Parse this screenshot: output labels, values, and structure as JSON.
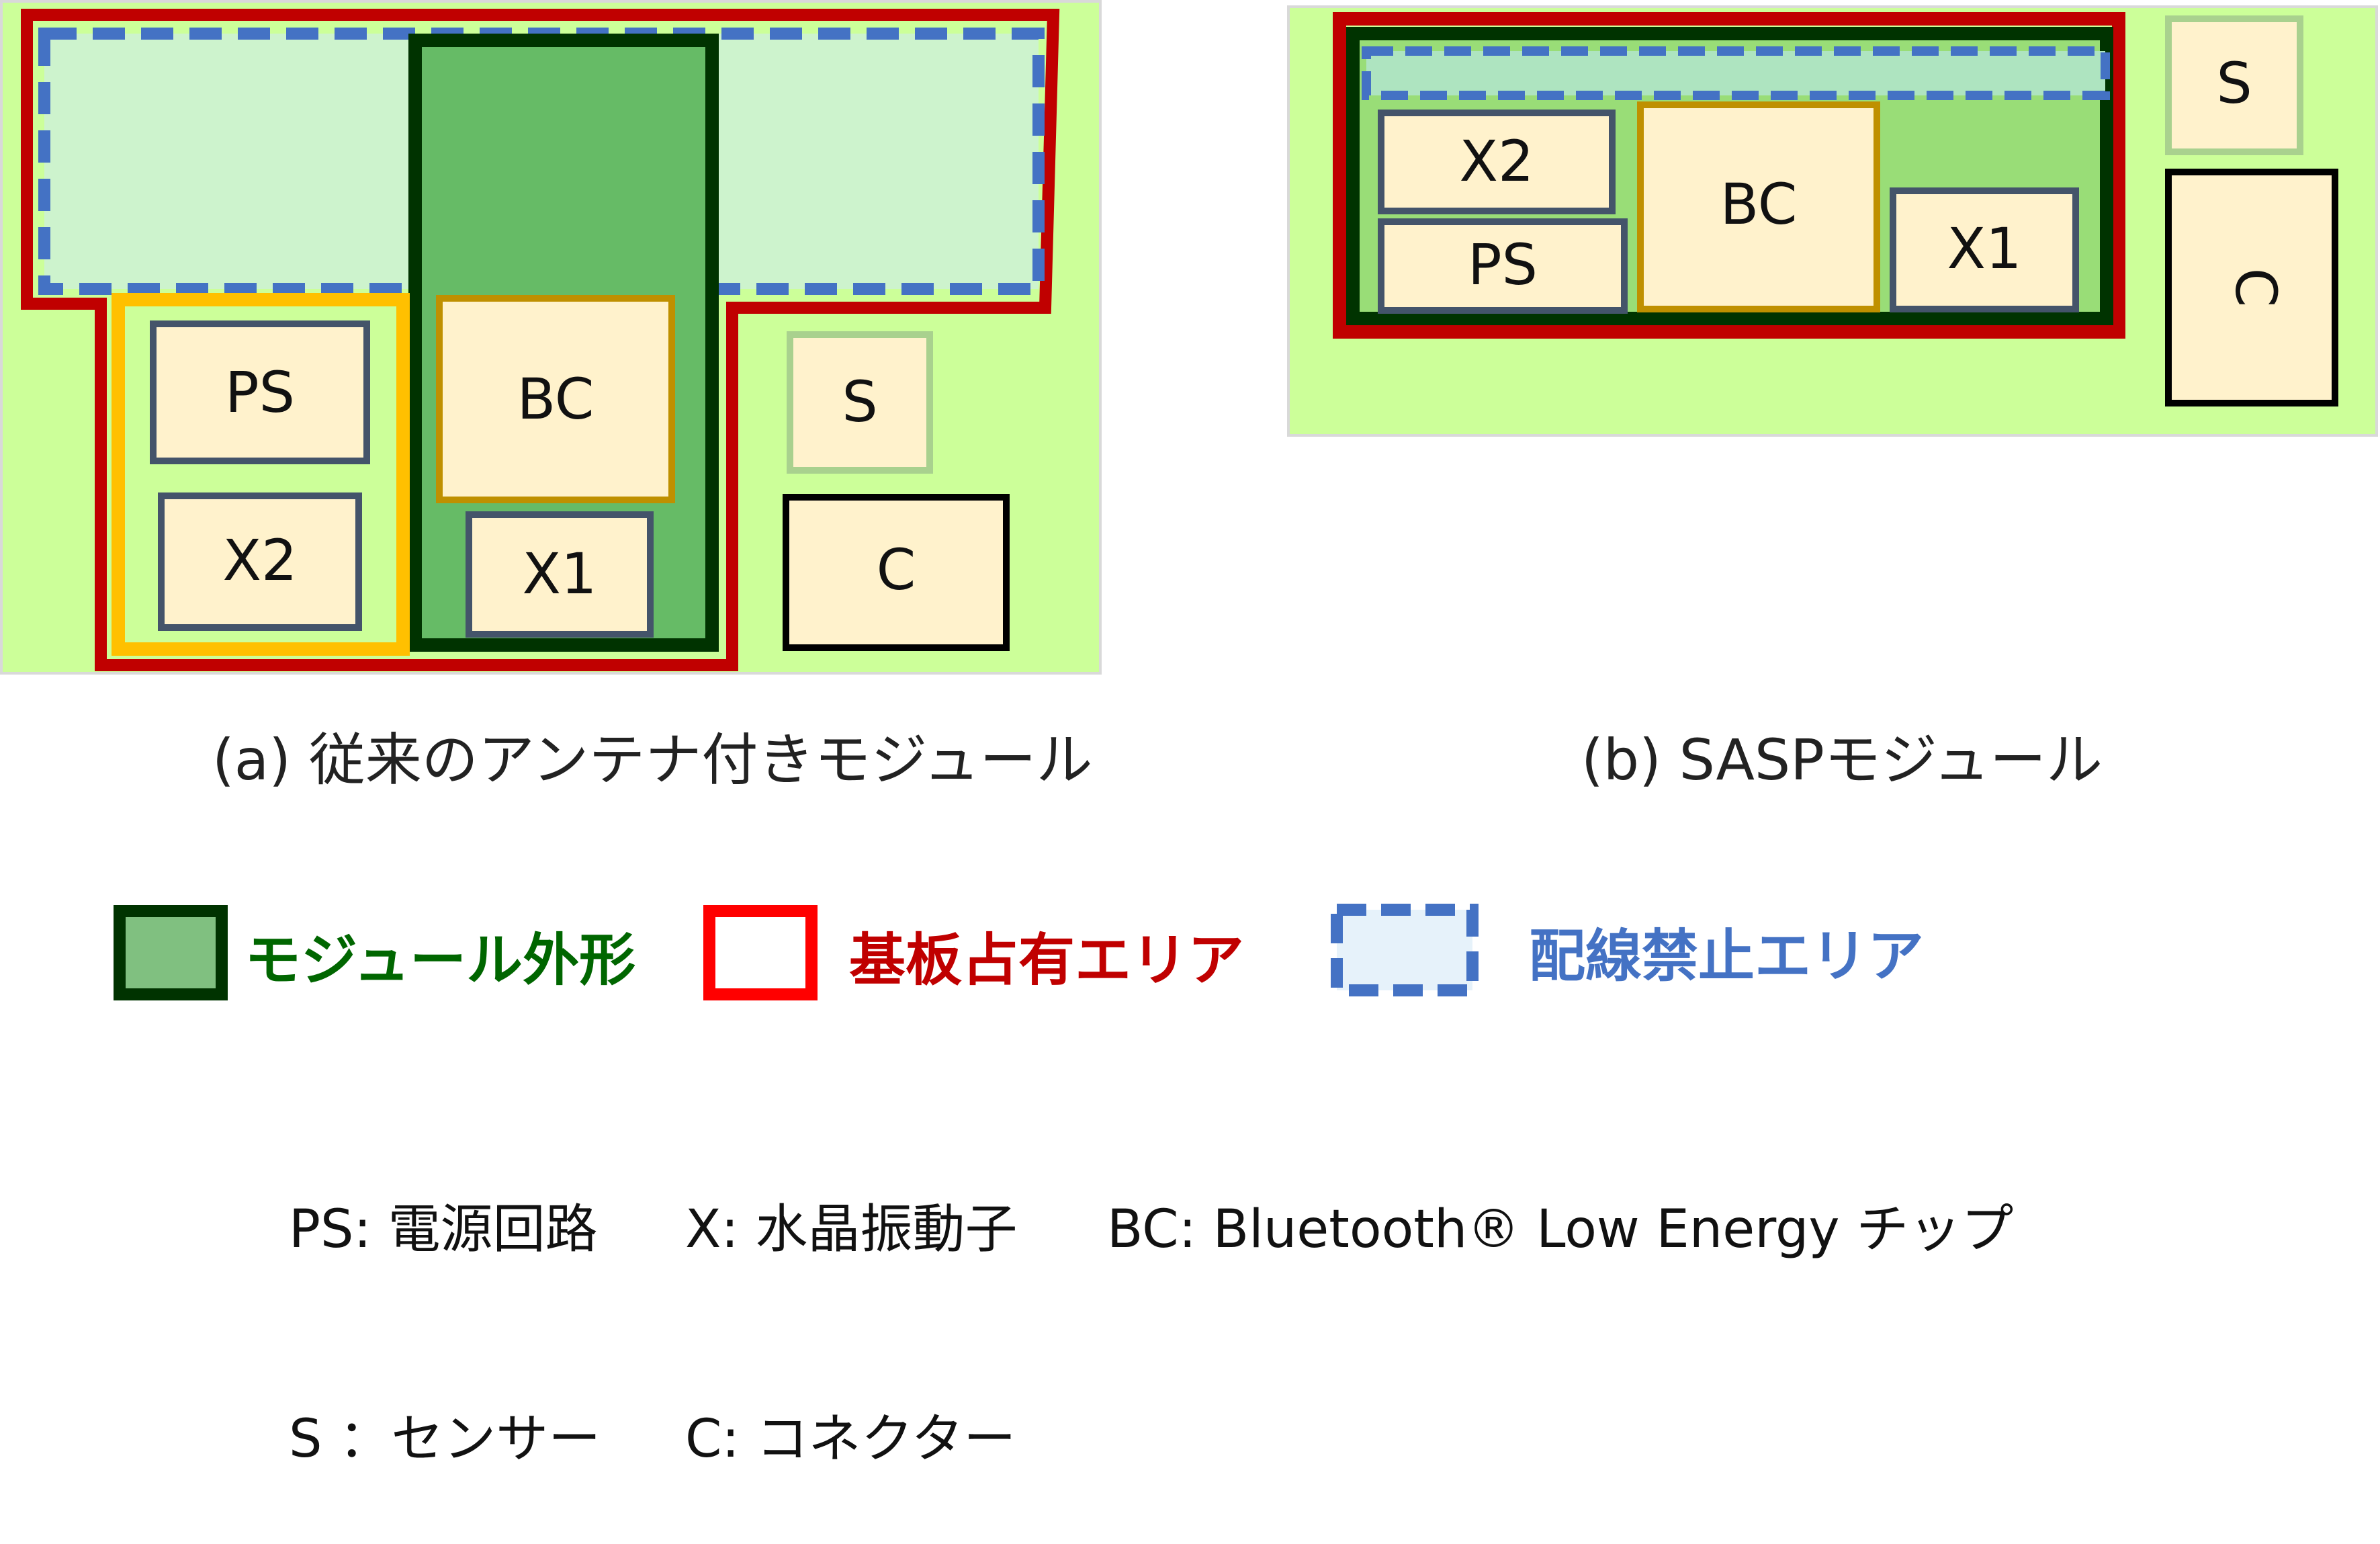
{
  "panel_a": {
    "caption": "(a) 従来のアンテナ付きモジュール",
    "components": {
      "ps": "PS",
      "x2": "X2",
      "bc": "BC",
      "x1": "X1",
      "s": "S",
      "c": "C"
    }
  },
  "panel_b": {
    "caption": "(b) SASPモジュール",
    "components": {
      "x2": "X2",
      "ps": "PS",
      "bc": "BC",
      "x1": "X1",
      "s": "S",
      "c": "C"
    }
  },
  "legend": {
    "module_outline": "モジュール外形",
    "board_area": "基板占有エリア",
    "no_wiring_area": "配線禁止エリア"
  },
  "notes": {
    "line1": {
      "ps": "PS: 電源回路",
      "x": "X: 水晶振動子",
      "bc": "BC: Bluetooth® Low Energy チップ"
    },
    "line2": {
      "s": "S ：センサー",
      "c": "C: コネクター"
    }
  },
  "colors": {
    "background_green": "#ccff99",
    "module_fill": "#66bb66",
    "module_border": "#003300",
    "board_border": "#c00000",
    "no_wiring_fill": "#cdf3cd",
    "no_wiring_border": "#4472c4",
    "component_fill": "#fff2cc",
    "component_border": "#44546a",
    "bc_border": "#bf9000",
    "ps_group_border": "#ffc000",
    "legend_module_text": "#006600",
    "legend_board_text": "#c00000",
    "legend_nowire_text": "#4472c4"
  }
}
